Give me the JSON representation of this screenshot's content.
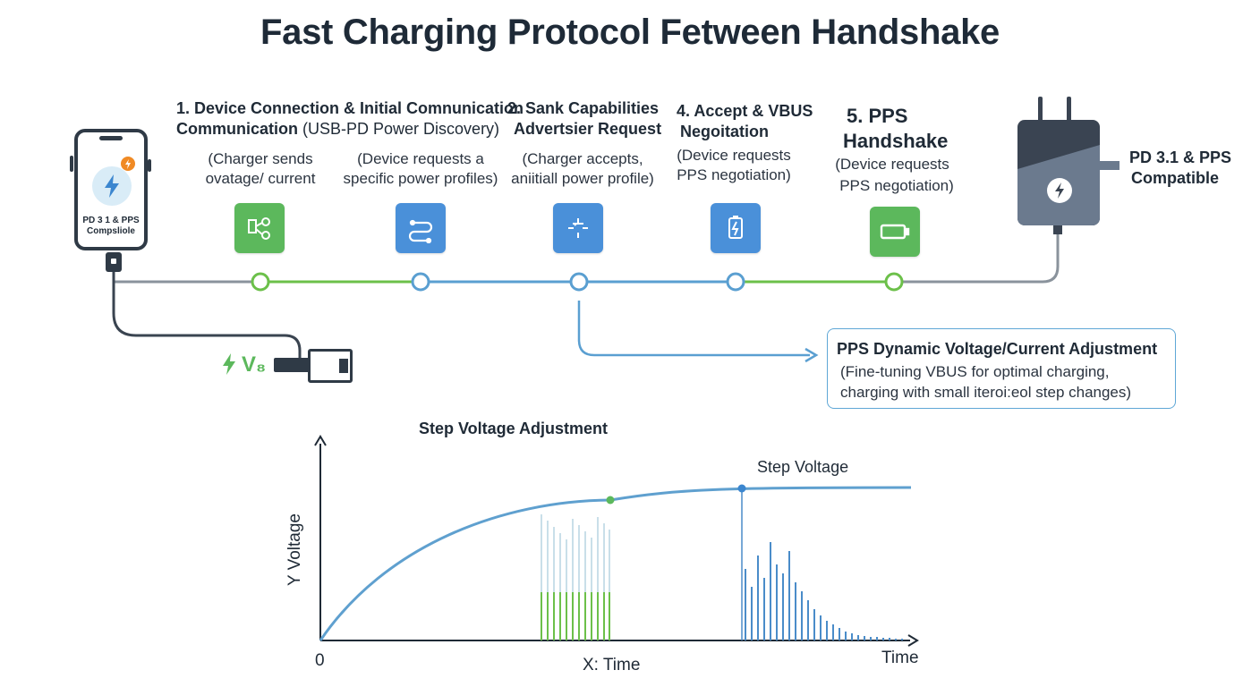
{
  "title": "Fast Charging Protocol Fetween Handshake",
  "phone": {
    "label_line1": "PD 3 1 & PPS",
    "label_line2": "Compsliole"
  },
  "charger": {
    "label_line1": "PD 3.1 & PPS",
    "label_line2": "Compatible"
  },
  "cable_label": "V₈",
  "steps": [
    {
      "heading_line1": "1. Device Connection & Initial Comnunication",
      "heading_bold2": "Communication",
      "heading_light2": " (USB-PD Power Discovery)",
      "desc_line1": "(Charger sends",
      "desc_line2": "ovatage/ current"
    },
    {
      "desc_line1": "(Device requests a",
      "desc_line2": "specific power profiles)"
    },
    {
      "heading_line1": "2. Sank Capabilities",
      "heading_line2": "Advertsier Request",
      "desc_line1": "(Charger accepts,",
      "desc_line2": "aniitiall power profile)"
    },
    {
      "heading_line1": "4. Accept & VBUS",
      "heading_line2": "Negoitation",
      "desc_line1": "(Device requests",
      "desc_line2": "PPS negotiation)"
    },
    {
      "heading_line1": "5. PPS",
      "heading_line2": "Handshake",
      "desc_line1": "(Device requests",
      "desc_line2": "PPS negotiation)"
    }
  ],
  "pps_adjust": {
    "title": "PPS Dynamic Voltage/Current Adjustment",
    "line1": "(Fine-tuning VBUS for optimal charging,",
    "line2": "charging with small iteroi:eol step changes)"
  },
  "chart_data": {
    "type": "line",
    "title": "Step Voltage Adjustment",
    "xlabel": "X: Time",
    "ylabel": "Y Voltage",
    "x_origin_label": "0",
    "x_end_label": "Time",
    "annotation": "Step Voltage",
    "series": [
      {
        "values": []
      }
    ]
  },
  "colors": {
    "green": "#5cb85c",
    "blue": "#4a90d9",
    "gray_line": "#8a939c",
    "curve": "#5fa0cf"
  }
}
